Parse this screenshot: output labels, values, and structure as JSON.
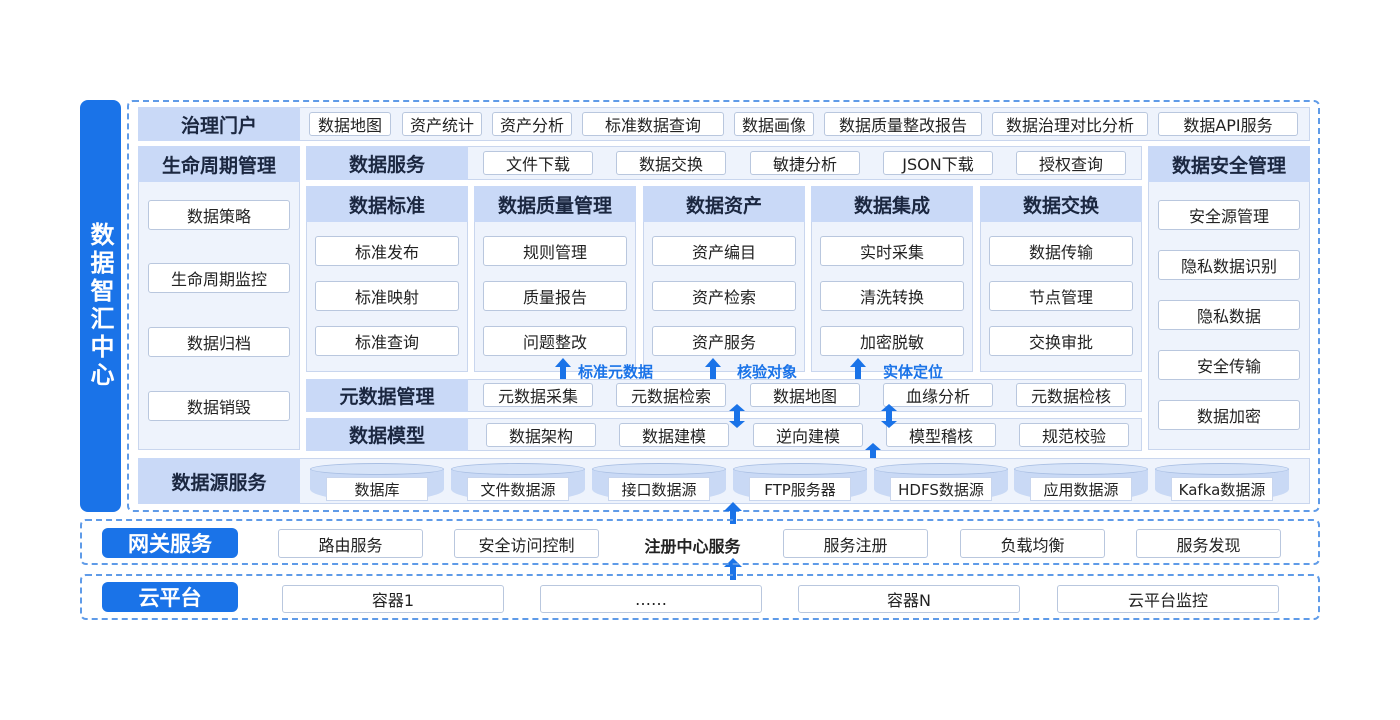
{
  "left_label": "数据智汇中心",
  "portal": {
    "title": "治理门户",
    "items": [
      "数据地图",
      "资产统计",
      "资产分析",
      "标准数据查询",
      "数据画像",
      "数据质量整改报告",
      "数据治理对比分析",
      "数据API服务"
    ]
  },
  "lifecycle": {
    "title": "生命周期管理",
    "items": [
      "数据策略",
      "生命周期监控",
      "数据归档",
      "数据销毁"
    ]
  },
  "data_service": {
    "title": "数据服务",
    "items": [
      "文件下载",
      "数据交换",
      "敏捷分析",
      "JSON下载",
      "授权查询"
    ]
  },
  "security": {
    "title": "数据安全管理",
    "items": [
      "安全源管理",
      "隐私数据识别",
      "隐私数据",
      "安全传输",
      "数据加密"
    ]
  },
  "modules": [
    {
      "title": "数据标准",
      "items": [
        "标准发布",
        "标准映射",
        "标准查询"
      ]
    },
    {
      "title": "数据质量管理",
      "items": [
        "规则管理",
        "质量报告",
        "问题整改"
      ]
    },
    {
      "title": "数据资产",
      "items": [
        "资产编目",
        "资产检索",
        "资产服务"
      ]
    },
    {
      "title": "数据集成",
      "items": [
        "实时采集",
        "清洗转换",
        "加密脱敏"
      ]
    },
    {
      "title": "数据交换",
      "items": [
        "数据传输",
        "节点管理",
        "交换审批"
      ]
    }
  ],
  "annotations": [
    "标准元数据",
    "核验对象",
    "实体定位"
  ],
  "metadata": {
    "title": "元数据管理",
    "items": [
      "元数据采集",
      "元数据检索",
      "数据地图",
      "血缘分析",
      "元数据检核"
    ]
  },
  "model": {
    "title": "数据模型",
    "items": [
      "数据架构",
      "数据建模",
      "逆向建模",
      "模型稽核",
      "规范校验"
    ]
  },
  "datasource": {
    "title": "数据源服务",
    "items": [
      "数据库",
      "文件数据源",
      "接口数据源",
      "FTP服务器",
      "HDFS数据源",
      "应用数据源",
      "Kafka数据源"
    ]
  },
  "gateway": {
    "title": "网关服务",
    "items": [
      "路由服务",
      "安全访问控制",
      "注册中心服务",
      "服务注册",
      "负载均衡",
      "服务发现"
    ]
  },
  "cloud": {
    "title": "云平台",
    "items": [
      "容器1",
      "……",
      "容器N",
      "云平台监控"
    ]
  },
  "colors": {
    "accent": "#1a73e8",
    "header": "#c9d9f7",
    "panel": "#eef3fc"
  }
}
